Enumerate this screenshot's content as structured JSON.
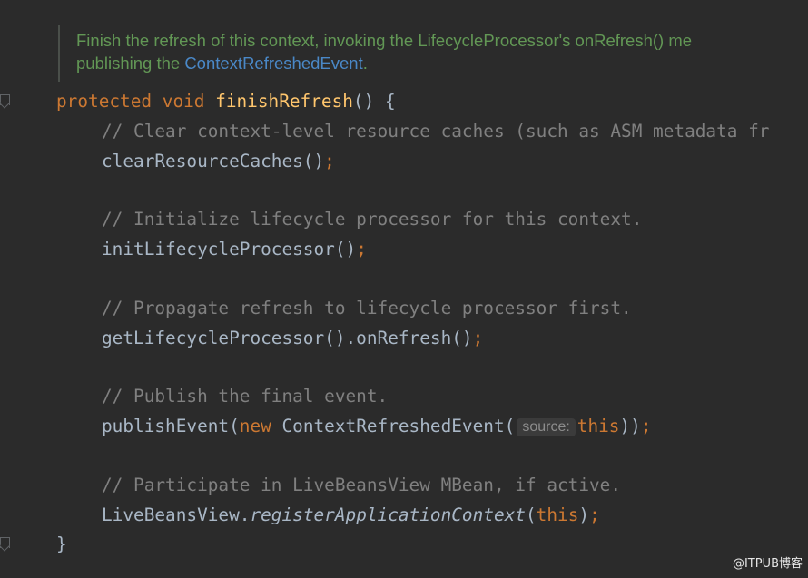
{
  "doc": {
    "line1": "Finish the refresh of this context, invoking the LifecycleProcessor's onRefresh() me",
    "line2_prefix": "publishing the ",
    "line2_link": "ContextRefreshedEvent",
    "line2_suffix": "."
  },
  "code": {
    "sig_protected": "protected",
    "sig_void": "void",
    "sig_name": "finishRefresh",
    "sig_parens": "() {",
    "c1": "// Clear context-level resource caches (such as ASM metadata fr",
    "s1_call": "clearResourceCaches()",
    "c2": "// Initialize lifecycle processor for this context.",
    "s2_call": "initLifecycleProcessor()",
    "c3": "// Propagate refresh to lifecycle processor first.",
    "s3_call": "getLifecycleProcessor().onRefresh()",
    "c4": "// Publish the final event.",
    "s4_call": "publishEvent(",
    "s4_new": "new",
    "s4_ctor": " ContextRefreshedEvent(",
    "s4_hint": "source:",
    "s4_this": "this",
    "s4_close": "))",
    "c5": "// Participate in LiveBeansView MBean, if active.",
    "s5_class": "LiveBeansView.",
    "s5_method": "registerApplicationContext",
    "s5_open": "(",
    "s5_this": "this",
    "s5_close": ")",
    "semicolon": ";",
    "close_brace": "}"
  },
  "watermark": "@ITPUB博客",
  "icons": {
    "fold": "fold-marker-icon"
  },
  "colors": {
    "background": "#2b2b2b",
    "keyword": "#cc7832",
    "method_decl": "#ffc66d",
    "comment": "#808080",
    "default_text": "#a9b7c6",
    "doc_text": "#629755",
    "doc_link": "#4a88c7"
  }
}
